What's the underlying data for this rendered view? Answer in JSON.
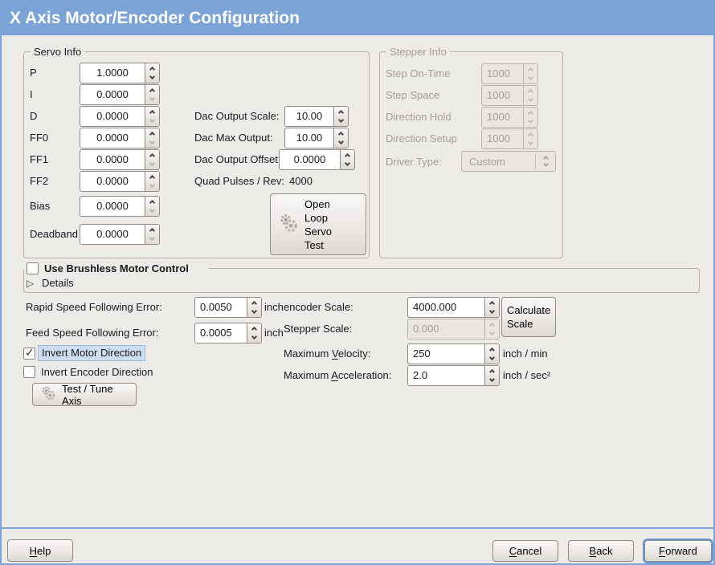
{
  "title": "X Axis Motor/Encoder Configuration",
  "icons": {
    "check": "✓",
    "expander": "▷"
  },
  "servo": {
    "legend": "Servo Info",
    "params": [
      {
        "label": "P",
        "value": "1.0000"
      },
      {
        "label": "I",
        "value": "0.0000"
      },
      {
        "label": "D",
        "value": "0.0000"
      },
      {
        "label": "FF0",
        "value": "0.0000"
      },
      {
        "label": "FF1",
        "value": "0.0000"
      },
      {
        "label": "FF2",
        "value": "0.0000"
      },
      {
        "label": "Bias",
        "value": "0.0000"
      },
      {
        "label": "Deadband",
        "value": "0.0000"
      }
    ],
    "dac_scale": {
      "label": "Dac Output Scale:",
      "value": "10.00"
    },
    "dac_max": {
      "label": "Dac Max Output:",
      "value": "10.00"
    },
    "dac_offset": {
      "label": "Dac Output Offset:",
      "value": "0.0000"
    },
    "quad": {
      "label": "Quad Pulses / Rev:",
      "value": "4000"
    },
    "open_loop_button": "Open\nLoop\nServo\nTest"
  },
  "stepper": {
    "legend": "Stepper Info",
    "params": [
      {
        "label": "Step On-Time",
        "value": "1000"
      },
      {
        "label": "Step Space",
        "value": "1000"
      },
      {
        "label": "Direction Hold",
        "value": "1000"
      },
      {
        "label": "Direction Setup",
        "value": "1000"
      }
    ],
    "driver_type": {
      "label": "Driver Type:",
      "value": "Custom"
    }
  },
  "brushless": {
    "label": "Use Brushless Motor Control",
    "checked": false,
    "details": "Details"
  },
  "errors": {
    "rapid": {
      "label": "Rapid Speed Following Error:",
      "value": "0.0050",
      "unit": "inch"
    },
    "feed": {
      "label": "Feed Speed Following Error:",
      "value": "0.0005",
      "unit": "inch"
    }
  },
  "scales": {
    "encoder": {
      "label": "encoder Scale:",
      "value": "4000.000"
    },
    "stepper_scale": {
      "label": "Stepper Scale:",
      "value": "0.000"
    },
    "calculate_button": "Calculate Scale",
    "velocity": {
      "pre": "Maximum ",
      "mn": "V",
      "post": "elocity:",
      "value": "250",
      "unit": "inch / min"
    },
    "acceleration": {
      "pre": "Maximum ",
      "mn": "A",
      "post": "cceleration:",
      "value": "2.0",
      "unit": "inch / sec²"
    }
  },
  "inverts": {
    "motor": {
      "label": "Invert Motor Direction",
      "checked": true
    },
    "encoder": {
      "label": "Invert Encoder Direction",
      "checked": false
    }
  },
  "test_tune_button": "Test / Tune Axis",
  "footer": {
    "help": {
      "mn": "H",
      "post": "elp"
    },
    "cancel": {
      "mn": "C",
      "post": "ancel"
    },
    "back": {
      "mn": "B",
      "post": "ack"
    },
    "forward": {
      "mn": "F",
      "post": "orward"
    }
  }
}
